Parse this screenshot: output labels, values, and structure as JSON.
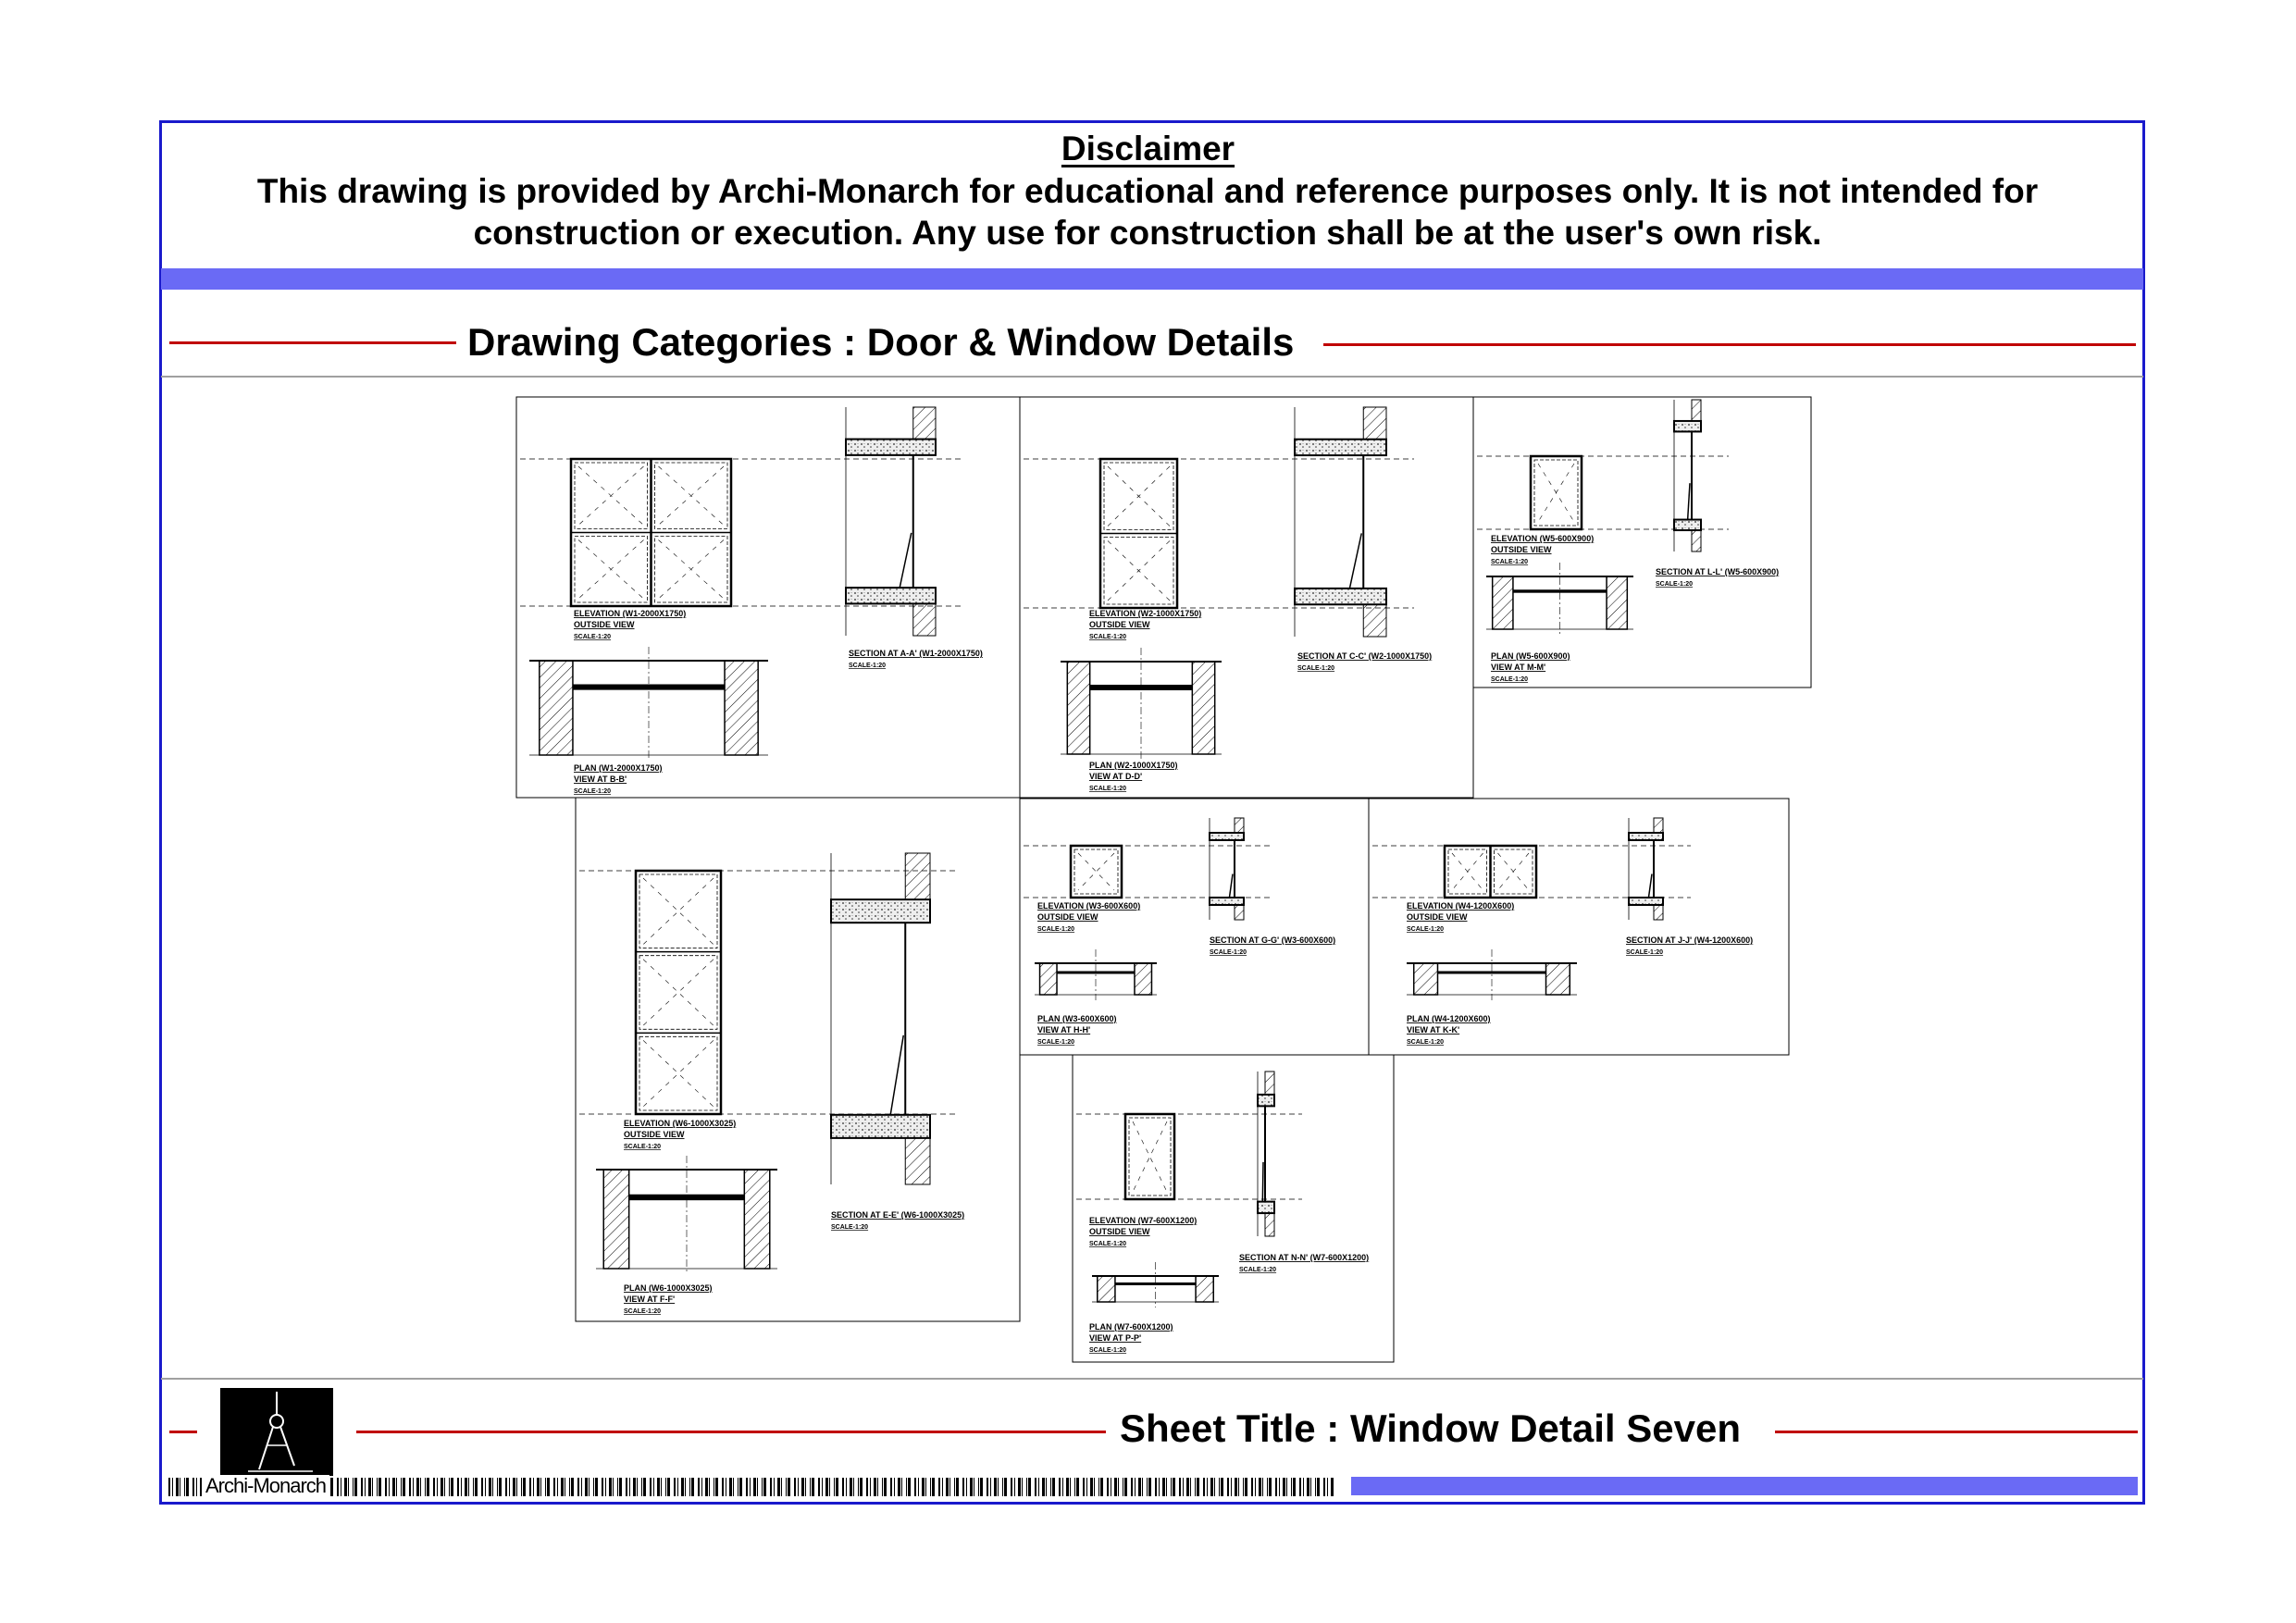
{
  "disclaimer": {
    "title": "Disclaimer",
    "body": "This drawing is provided by Archi-Monarch for educational and reference purposes only. It is not intended for construction or execution. Any use for construction shall be at the user's own risk."
  },
  "category_heading": "Drawing Categories : Door & Window Details",
  "footer": {
    "sheet_title": "Sheet Title : Window Detail Seven",
    "brand": "Archi-Monarch"
  },
  "colors": {
    "frame": "#1a1acc",
    "accent_bar": "#6a6af5",
    "rule": "#c00000"
  },
  "panels": [
    {
      "elevation": [
        "ELEVATION (W1-2000X1750)",
        "OUTSIDE VIEW",
        "SCALE-1:20"
      ],
      "section": [
        "SECTION AT A-A' (W1-2000X1750)",
        "SCALE-1:20"
      ],
      "plan": [
        "PLAN (W1-2000X1750)",
        "VIEW AT B-B'",
        "SCALE-1:20"
      ]
    },
    {
      "elevation": [
        "ELEVATION (W2-1000X1750)",
        "OUTSIDE VIEW",
        "SCALE-1:20"
      ],
      "section": [
        "SECTION AT C-C' (W2-1000X1750)",
        "SCALE-1:20"
      ],
      "plan": [
        "PLAN (W2-1000X1750)",
        "VIEW AT D-D'",
        "SCALE-1:20"
      ]
    },
    {
      "elevation": [
        "ELEVATION (W5-600X900)",
        "OUTSIDE VIEW",
        "SCALE-1:20"
      ],
      "section": [
        "SECTION AT L-L' (W5-600X900)",
        "SCALE-1:20"
      ],
      "plan": [
        "PLAN (W5-600X900)",
        "VIEW AT M-M'",
        "SCALE-1:20"
      ]
    },
    {
      "elevation": [
        "ELEVATION (W6-1000X3025)",
        "OUTSIDE VIEW",
        "SCALE-1:20"
      ],
      "section": [
        "SECTION AT E-E' (W6-1000X3025)",
        "SCALE-1:20"
      ],
      "plan": [
        "PLAN (W6-1000X3025)",
        "VIEW AT F-F'",
        "SCALE-1:20"
      ]
    },
    {
      "elevation": [
        "ELEVATION (W3-600X600)",
        "OUTSIDE VIEW",
        "SCALE-1:20"
      ],
      "section": [
        "SECTION AT G-G' (W3-600X600)",
        "SCALE-1:20"
      ],
      "plan": [
        "PLAN (W3-600X600)",
        "VIEW AT H-H'",
        "SCALE-1:20"
      ]
    },
    {
      "elevation": [
        "ELEVATION (W4-1200X600)",
        "OUTSIDE VIEW",
        "SCALE-1:20"
      ],
      "section": [
        "SECTION AT J-J' (W4-1200X600)",
        "SCALE-1:20"
      ],
      "plan": [
        "PLAN (W4-1200X600)",
        "VIEW AT K-K'",
        "SCALE-1:20"
      ]
    },
    {
      "elevation": [
        "ELEVATION (W7-600X1200)",
        "OUTSIDE VIEW",
        "SCALE-1:20"
      ],
      "section": [
        "SECTION AT N-N' (W7-600X1200)",
        "SCALE-1:20"
      ],
      "plan": [
        "PLAN (W7-600X1200)",
        "VIEW AT P-P'",
        "SCALE-1:20"
      ]
    }
  ]
}
